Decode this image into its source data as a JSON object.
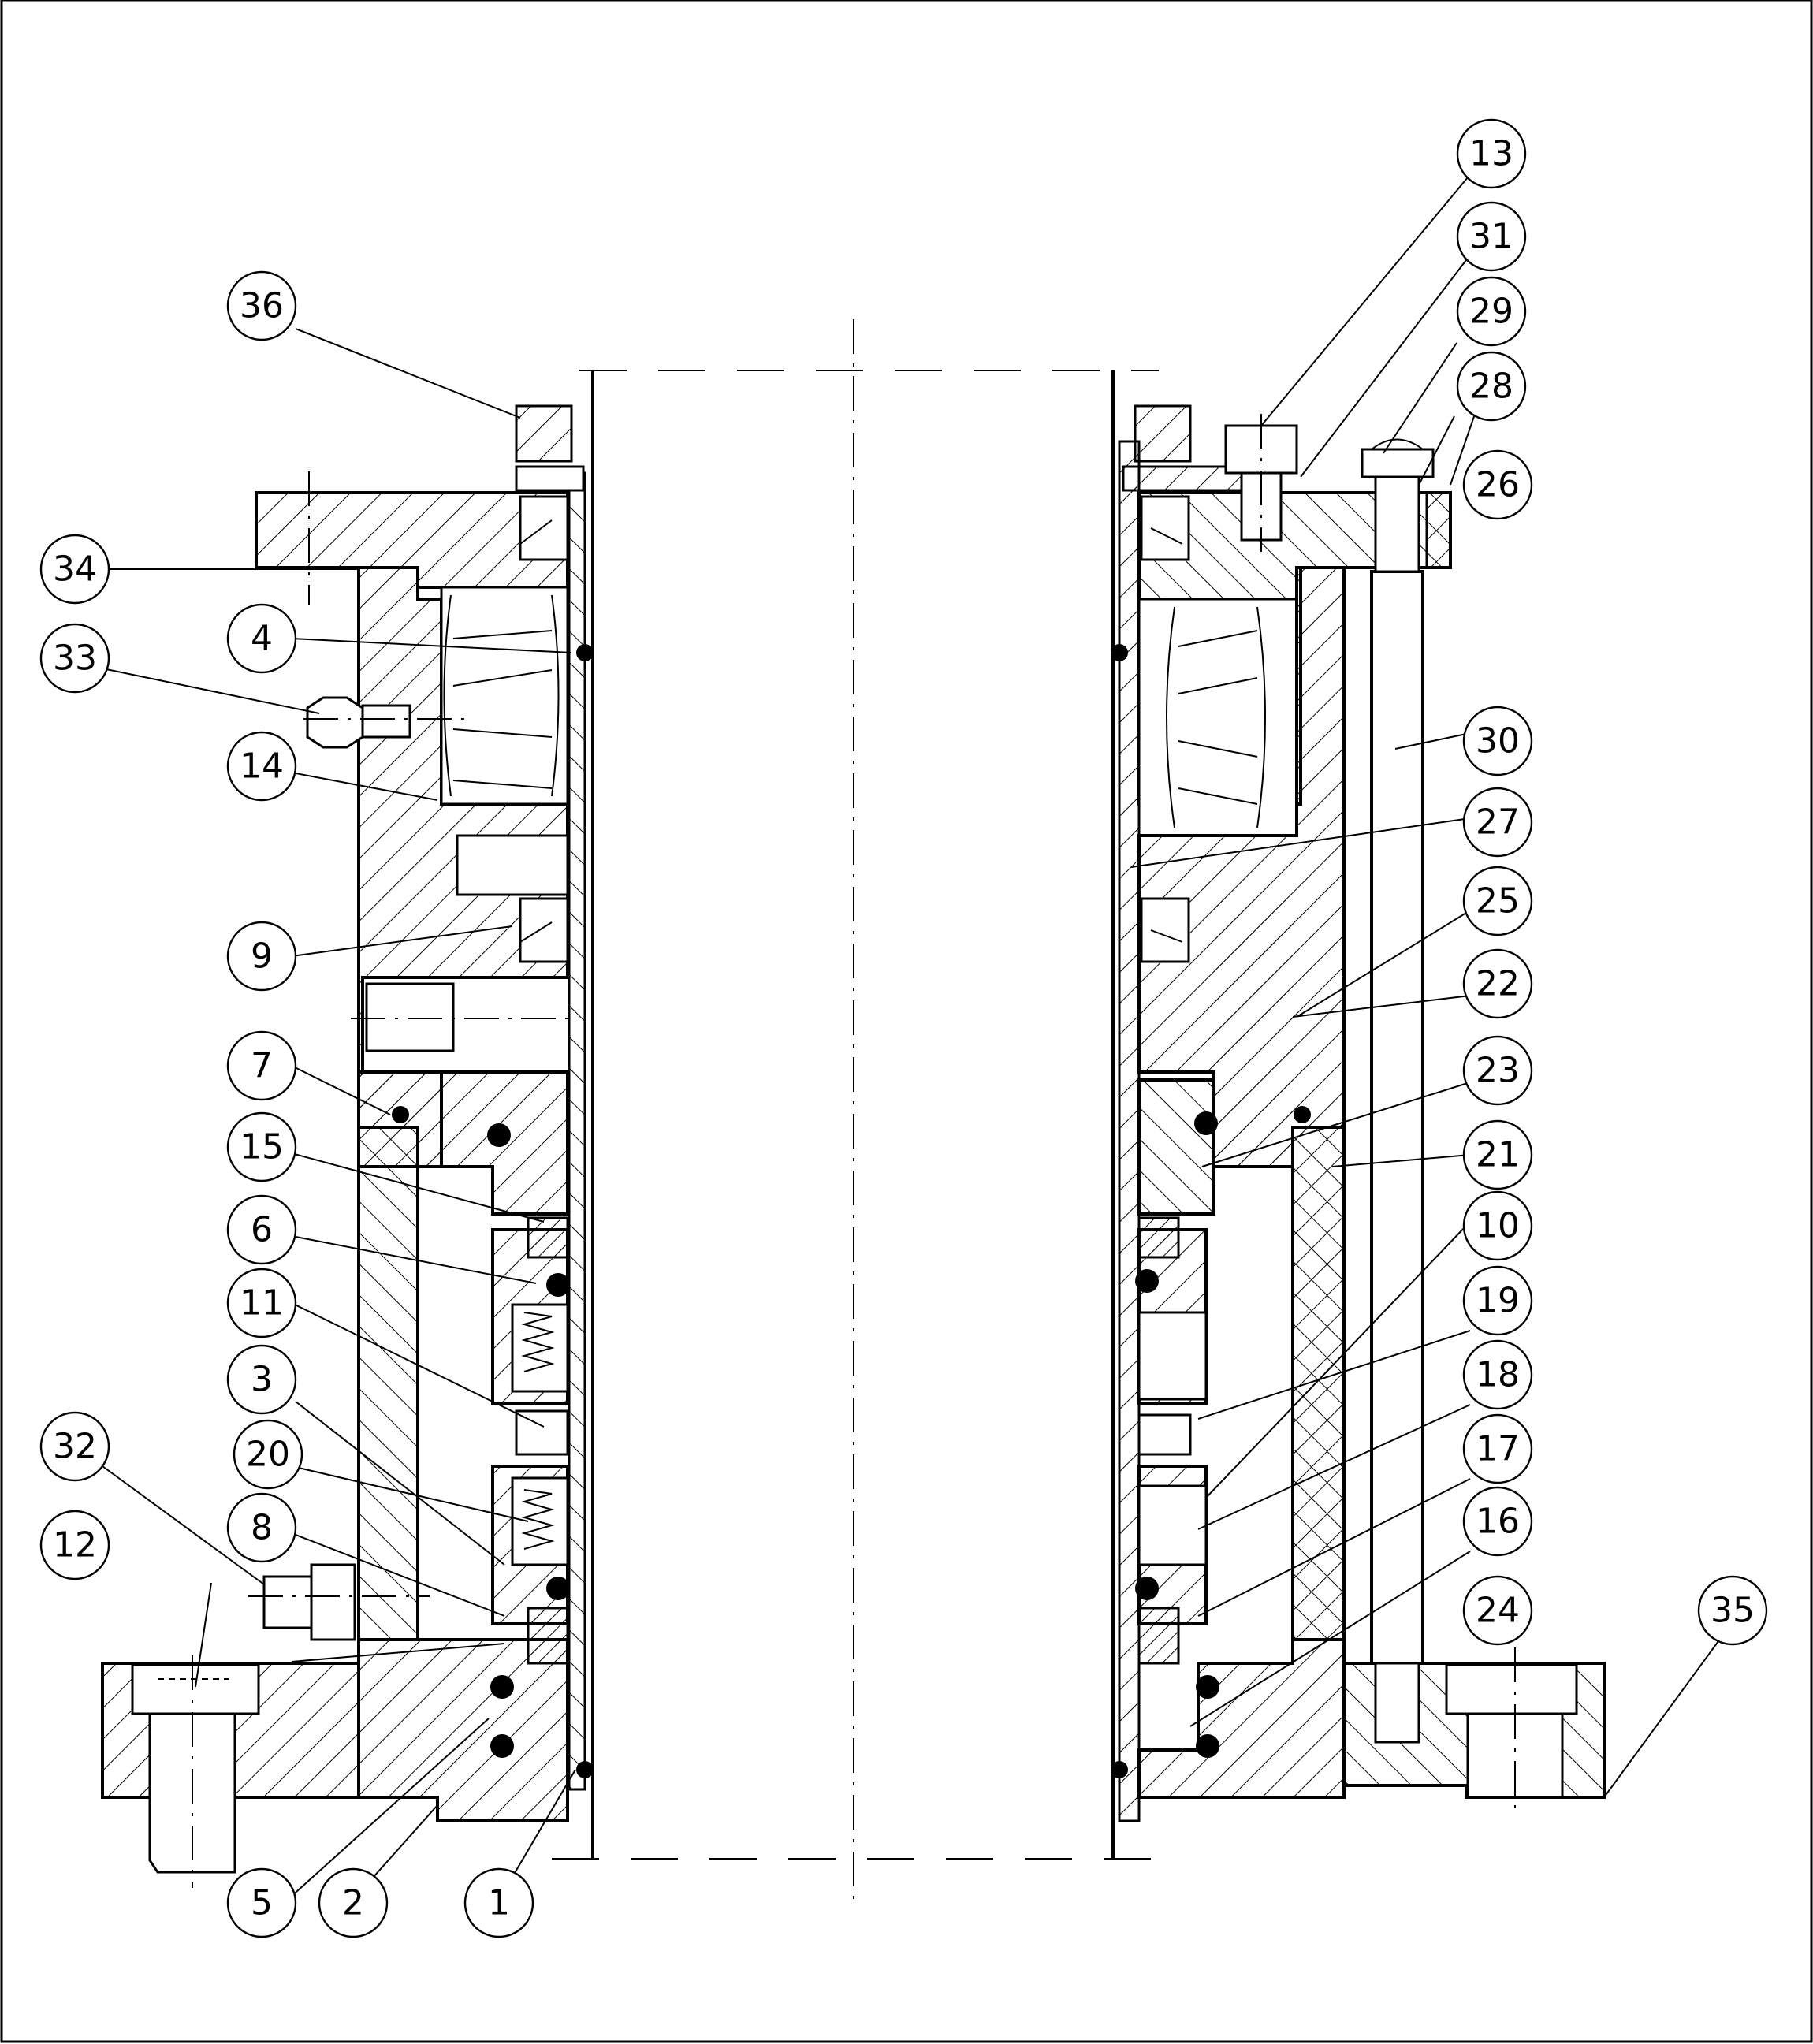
{
  "balloons": [
    {
      "id": "b1",
      "label": "1"
    },
    {
      "id": "b2",
      "label": "2"
    },
    {
      "id": "b3",
      "label": "3"
    },
    {
      "id": "b4",
      "label": "4"
    },
    {
      "id": "b5",
      "label": "5"
    },
    {
      "id": "b6",
      "label": "6"
    },
    {
      "id": "b7",
      "label": "7"
    },
    {
      "id": "b8",
      "label": "8"
    },
    {
      "id": "b9",
      "label": "9"
    },
    {
      "id": "b10",
      "label": "10"
    },
    {
      "id": "b11",
      "label": "11"
    },
    {
      "id": "b12",
      "label": "12"
    },
    {
      "id": "b13",
      "label": "13"
    },
    {
      "id": "b14",
      "label": "14"
    },
    {
      "id": "b15",
      "label": "15"
    },
    {
      "id": "b16",
      "label": "16"
    },
    {
      "id": "b17",
      "label": "17"
    },
    {
      "id": "b18",
      "label": "18"
    },
    {
      "id": "b19",
      "label": "19"
    },
    {
      "id": "b20",
      "label": "20"
    },
    {
      "id": "b21",
      "label": "21"
    },
    {
      "id": "b22",
      "label": "22"
    },
    {
      "id": "b23",
      "label": "23"
    },
    {
      "id": "b24",
      "label": "24"
    },
    {
      "id": "b25",
      "label": "25"
    },
    {
      "id": "b26",
      "label": "26"
    },
    {
      "id": "b27",
      "label": "27"
    },
    {
      "id": "b28",
      "label": "28"
    },
    {
      "id": "b29",
      "label": "29"
    },
    {
      "id": "b30",
      "label": "30"
    },
    {
      "id": "b31",
      "label": "31"
    },
    {
      "id": "b32",
      "label": "32"
    },
    {
      "id": "b33",
      "label": "33"
    },
    {
      "id": "b34",
      "label": "34"
    },
    {
      "id": "b35",
      "label": "35"
    },
    {
      "id": "b36",
      "label": "36"
    }
  ]
}
